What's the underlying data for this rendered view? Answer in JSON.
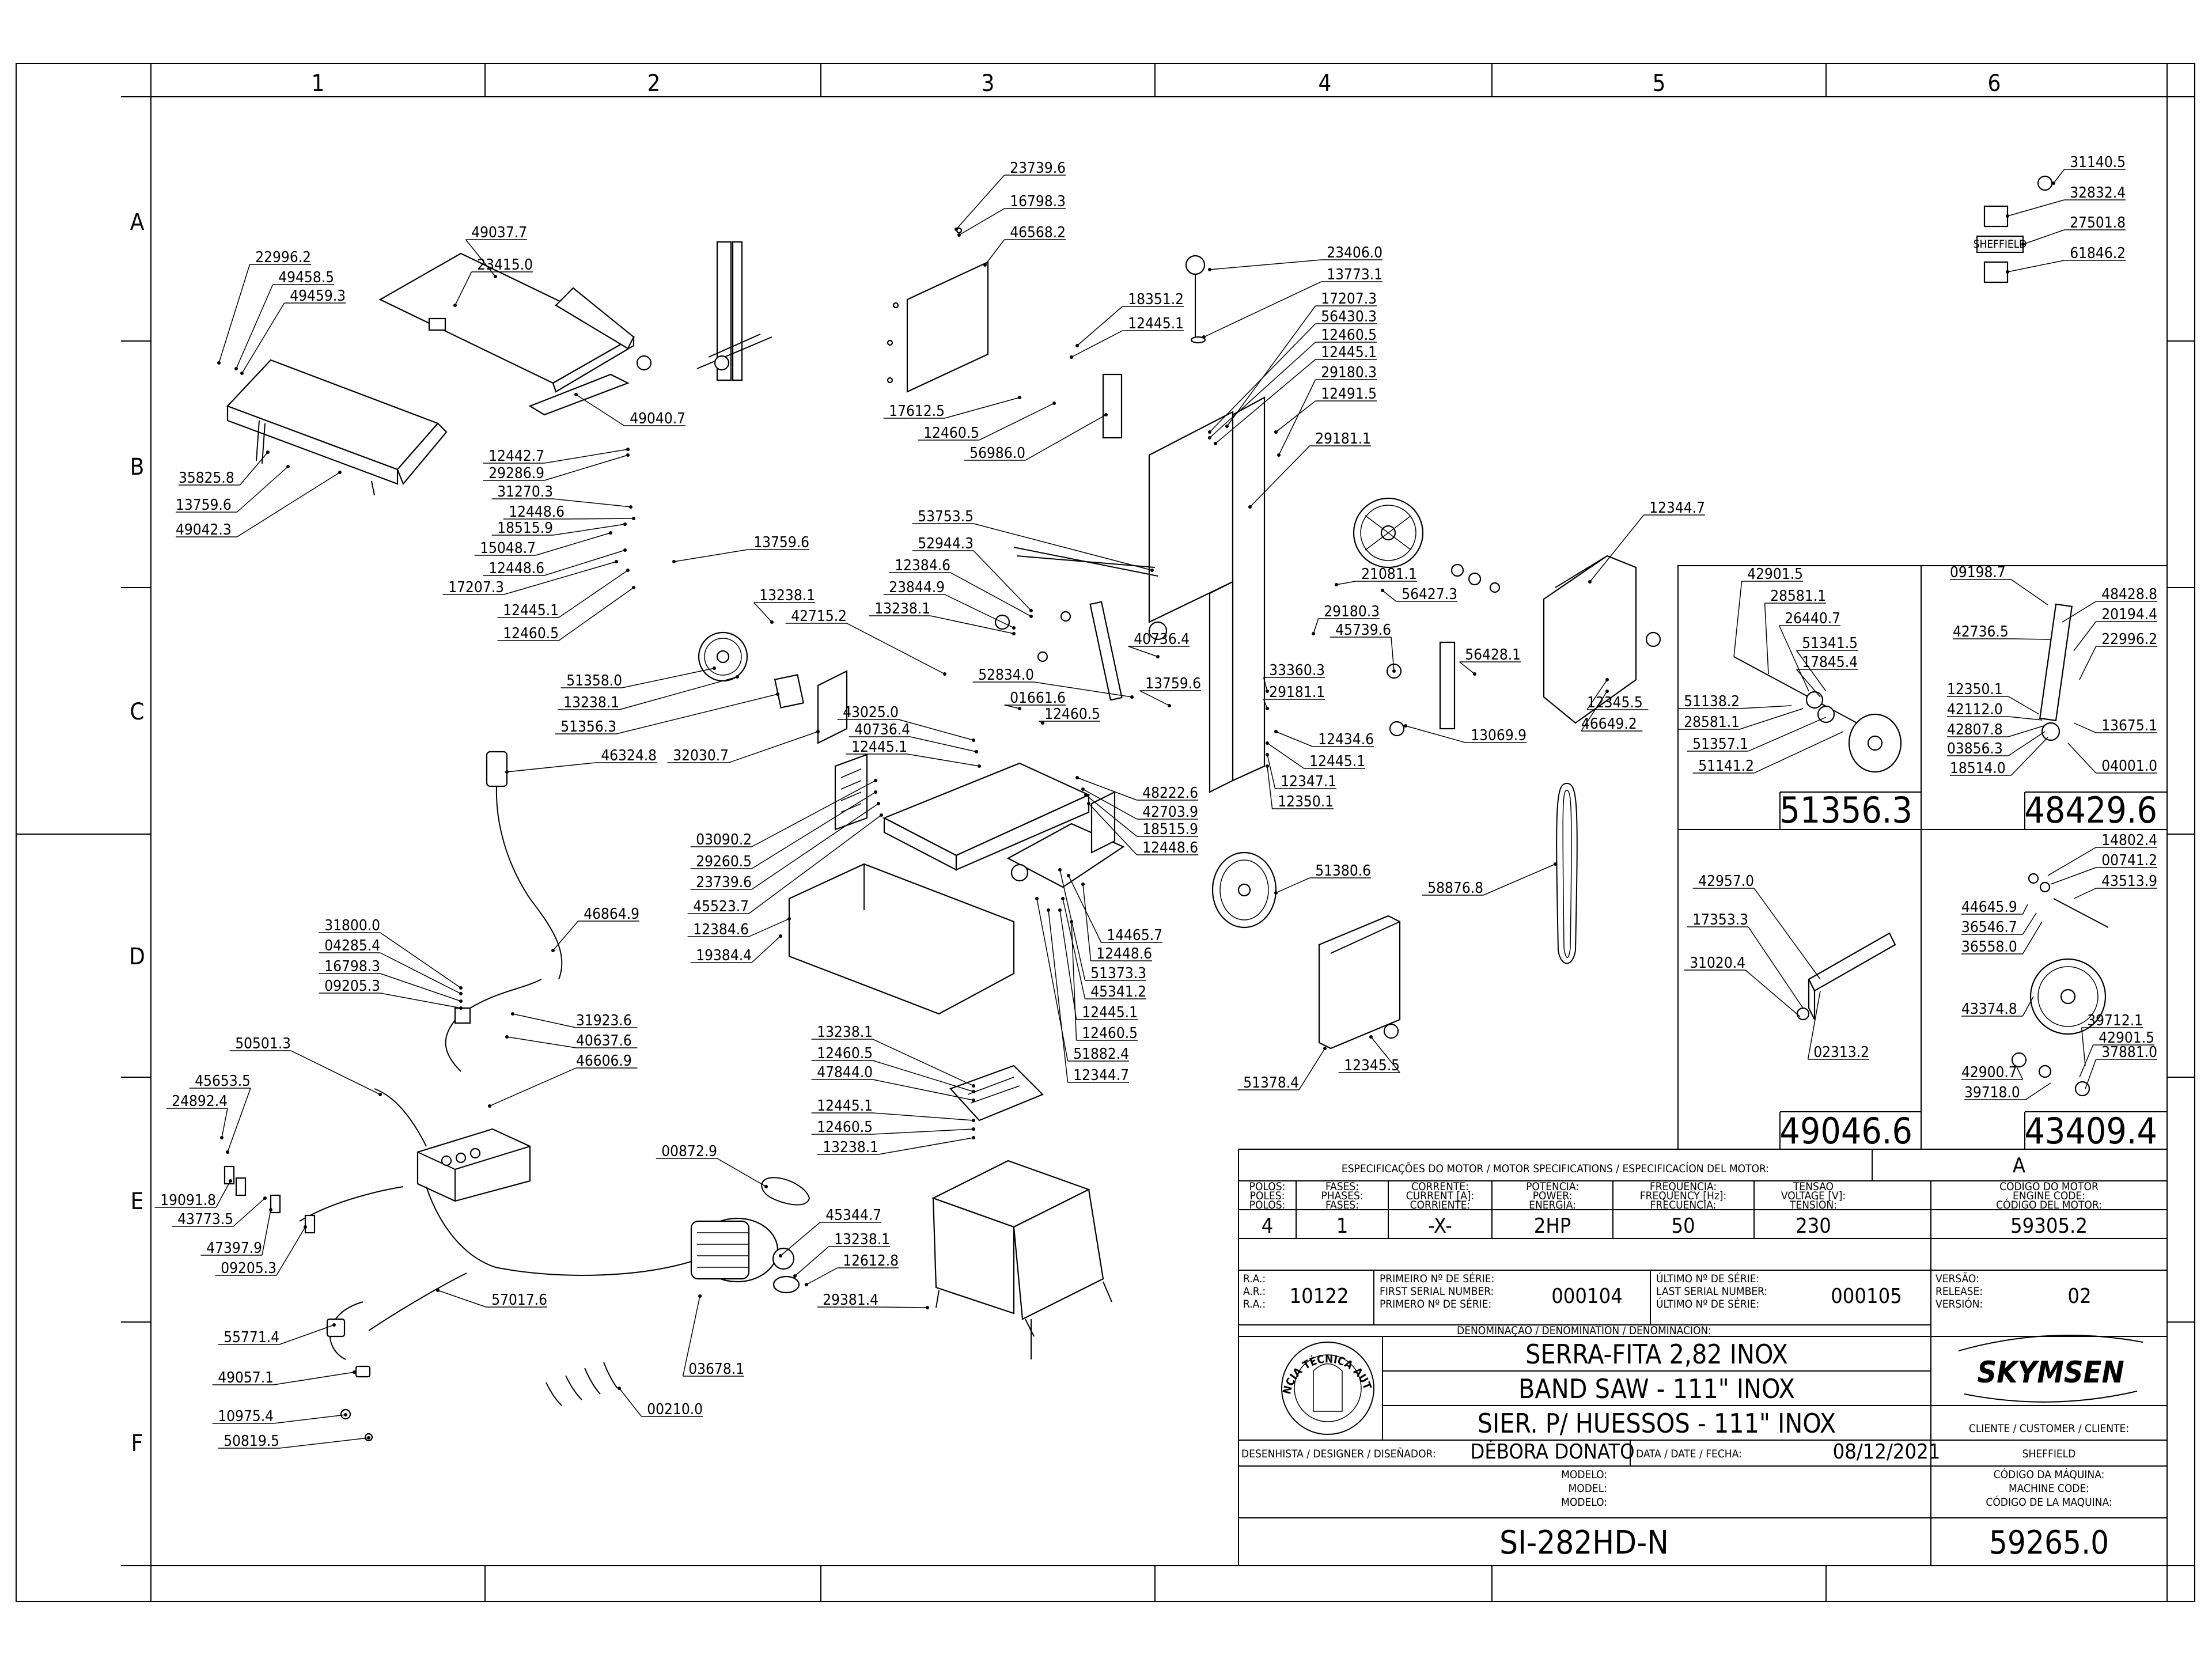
{
  "grid": {
    "columns": [
      "1",
      "2",
      "3",
      "4",
      "5",
      "6"
    ],
    "rows": [
      "A",
      "B",
      "C",
      "D",
      "E",
      "F"
    ]
  },
  "part_labels": [
    "23739.6",
    "16798.3",
    "46568.2",
    "49037.7",
    "23415.0",
    "22996.2",
    "49458.5",
    "49459.3",
    "35825.8",
    "13759.6",
    "49042.3",
    "49040.7",
    "12442.7",
    "29286.9",
    "31270.3",
    "12448.6",
    "18515.9",
    "15048.7",
    "12448.6",
    "17207.3",
    "12445.1",
    "12460.5",
    "13759.6",
    "18351.2",
    "12445.1",
    "17612.5",
    "12460.5",
    "56986.0",
    "23406.0",
    "13773.1",
    "17207.3",
    "56430.3",
    "12460.5",
    "12445.1",
    "29180.3",
    "12491.5",
    "29181.1",
    "12344.7",
    "53753.5",
    "52944.3",
    "12384.6",
    "23844.9",
    "13238.1",
    "13238.1",
    "42715.2",
    "52834.0",
    "40736.4",
    "01661.6",
    "12460.5",
    "13759.6",
    "21081.1",
    "56427.3",
    "29180.3",
    "45739.6",
    "33360.3",
    "29181.1",
    "56428.1",
    "12345.5",
    "46649.2",
    "12434.6",
    "12445.1",
    "12347.1",
    "12350.1",
    "13069.9",
    "51358.0",
    "13238.1",
    "51356.3",
    "32030.7",
    "43025.0",
    "40736.4",
    "12445.1",
    "46324.8",
    "48222.6",
    "42703.9",
    "18515.9",
    "12448.6",
    "03090.2",
    "29260.5",
    "23739.6",
    "45523.7",
    "12384.6",
    "19384.4",
    "51380.6",
    "58876.8",
    "14465.7",
    "12448.6",
    "51373.3",
    "45341.2",
    "12445.1",
    "12460.5",
    "51882.4",
    "12344.7",
    "12345.5",
    "51378.4",
    "31800.0",
    "04285.4",
    "16798.3",
    "09205.3",
    "46864.9",
    "31923.6",
    "40637.6",
    "46606.9",
    "50501.3",
    "45653.5",
    "24892.4",
    "19091.8",
    "43773.5",
    "47397.9",
    "09205.3",
    "13238.1",
    "12460.5",
    "47844.0",
    "12445.1",
    "12460.5",
    "13238.1",
    "00872.9",
    "45344.7",
    "13238.1",
    "12612.8",
    "29381.4",
    "57017.6",
    "55771.4",
    "49057.1",
    "10975.4",
    "50819.5",
    "03678.1",
    "00210.0",
    "31140.5",
    "32832.4",
    "27501.8",
    "61846.2"
  ],
  "detail_views": [
    {
      "number": "51356.3",
      "labels": [
        "42901.5",
        "28581.1",
        "26440.7",
        "51341.5",
        "17845.4",
        "51138.2",
        "28581.1",
        "51357.1",
        "51141.2"
      ]
    },
    {
      "number": "48429.6",
      "labels": [
        "09198.7",
        "48428.8",
        "42736.5",
        "20194.4",
        "22996.2",
        "12350.1",
        "42112.0",
        "42807.8",
        "03856.3",
        "18514.0",
        "13675.1",
        "04001.0"
      ]
    },
    {
      "number": "49046.6",
      "labels": [
        "42957.0",
        "17353.3",
        "31020.4",
        "02313.2"
      ]
    },
    {
      "number": "43409.4",
      "labels": [
        "14802.4",
        "00741.2",
        "43513.9",
        "44645.9",
        "36546.7",
        "36558.0",
        "43374.8",
        "39712.1",
        "42901.5",
        "37881.0",
        "42900.7",
        "39718.0"
      ]
    }
  ],
  "sticker_labels": {
    "sheffield_badge": "SHEFFIELD"
  },
  "title_block": {
    "spec_header": "ESPECIFICAÇÕES DO MOTOR / MOTOR SPECIFICATIONS / ESPECIFICACÍON DEL MOTOR:",
    "spec_columns": [
      {
        "h": [
          "PÓLOS:",
          "POLES:",
          "POLOS:"
        ],
        "value": "4"
      },
      {
        "h": [
          "FASES:",
          "PHASES:",
          "FASES:"
        ],
        "value": "1"
      },
      {
        "h": [
          "CORRENTE:",
          "CURRENT [A]:",
          "CORRIENTE:"
        ],
        "value": "-X-"
      },
      {
        "h": [
          "POTÊNCIA:",
          "POWER:",
          "ENERGÍA:"
        ],
        "value": "2HP"
      },
      {
        "h": [
          "FREQUÊNCIA:",
          "FREQUENCY [Hz]:",
          "FRECUENCIA:"
        ],
        "value": "50"
      },
      {
        "h": [
          "TENSÃO",
          "VOLTAGE [V]:",
          "TENSÍON:"
        ],
        "value": "230"
      }
    ],
    "revision_letter": "A",
    "motor_code_header": [
      "CÓDIGO DO MOTOR",
      "ENGINE CODE:",
      "CÓDIGO DEL MOTOR:"
    ],
    "motor_code": "59305.2",
    "ra_labels": [
      "R.A.:",
      "A.R.:",
      "R.A.:"
    ],
    "ra_value": "10122",
    "first_serial_labels": [
      "PRIMEIRO Nº DE SÉRIE:",
      "FIRST SERIAL NUMBER:",
      "PRIMERO Nº DE SÉRIE:"
    ],
    "first_serial": "000104",
    "last_serial_labels": [
      "ÚLTIMO Nº DE SÉRIE:",
      "LAST SERIAL NUMBER:",
      "ÚLTIMO Nº DE SÉRIE:"
    ],
    "last_serial": "000105",
    "version_labels": [
      "VERSÃO:",
      "RELEASE:",
      "VERSIÓN:"
    ],
    "version": "02",
    "denomination_header": "DENOMINAÇÃO / DENOMINATION / DENOMINACIÓN:",
    "denomination": [
      "SERRA-FITA 2,82 INOX",
      "BAND SAW - 111\" INOX",
      "SIER. P/ HUESSOS - 111\" INOX"
    ],
    "brand": "SKYMSEN",
    "seal_text": "ASSISTÊNCIA TÉCNICA AUTORIZADA",
    "client_label": "CLIENTE / CUSTOMER / CLIENTE:",
    "client": "SHEFFIELD",
    "designer_label": "DESENHISTA / DESIGNER / DISEÑADOR:",
    "designer": "DÉBORA DONATO",
    "date_label": "DATA / DATE / FECHA:",
    "date": "08/12/2021",
    "model_labels": [
      "MODELO:",
      "MODEL:",
      "MODELO:"
    ],
    "machine_code_labels": [
      "CÓDIGO DA MÁQUINA:",
      "MACHINE CODE:",
      "CÓDIGO DE LA MAQUINA:"
    ],
    "model": "SI-282HD-N",
    "machine_code": "59265.0"
  },
  "colors": {
    "line": "#000000",
    "background": "#ffffff"
  }
}
